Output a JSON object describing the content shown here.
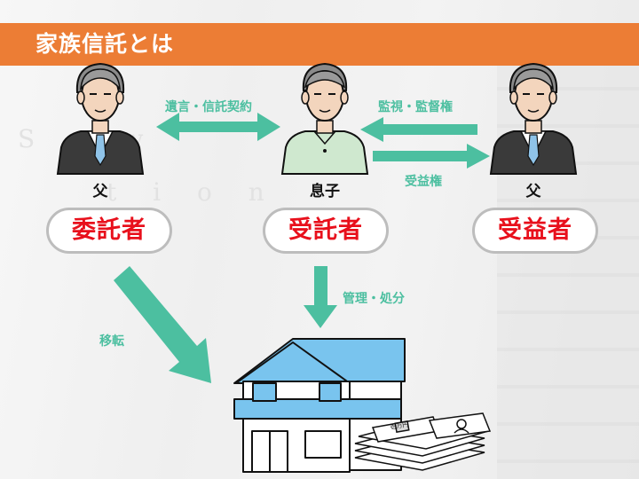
{
  "header": {
    "title": "家族信託とは"
  },
  "people": [
    {
      "id": "father_left",
      "name": "父",
      "role": "委託者"
    },
    {
      "id": "son",
      "name": "息子",
      "role": "受託者"
    },
    {
      "id": "father_right",
      "name": "父",
      "role": "受益者"
    }
  ],
  "edges": [
    {
      "from": "father_left",
      "to": "son",
      "label": "遺言・信託契約",
      "bidirectional": true
    },
    {
      "from": "father_right",
      "to": "son",
      "label": "監視・監督権"
    },
    {
      "from": "son",
      "to": "father_right",
      "label": "受益権"
    },
    {
      "from": "son",
      "to": "property",
      "label": "管理・処分"
    },
    {
      "from": "father_left",
      "to": "property",
      "label": "移転"
    }
  ],
  "colors": {
    "header": "#ec7d35",
    "arrow": "#4cbfa0",
    "role_text": "#e8101c",
    "badge_border": "#bdbdbd",
    "house_blue": "#79c4ee"
  },
  "icons": {
    "person": "elderly-man-icon",
    "son": "man-icon",
    "property": "house-and-cash-icon",
    "money_text": "壱万円"
  }
}
